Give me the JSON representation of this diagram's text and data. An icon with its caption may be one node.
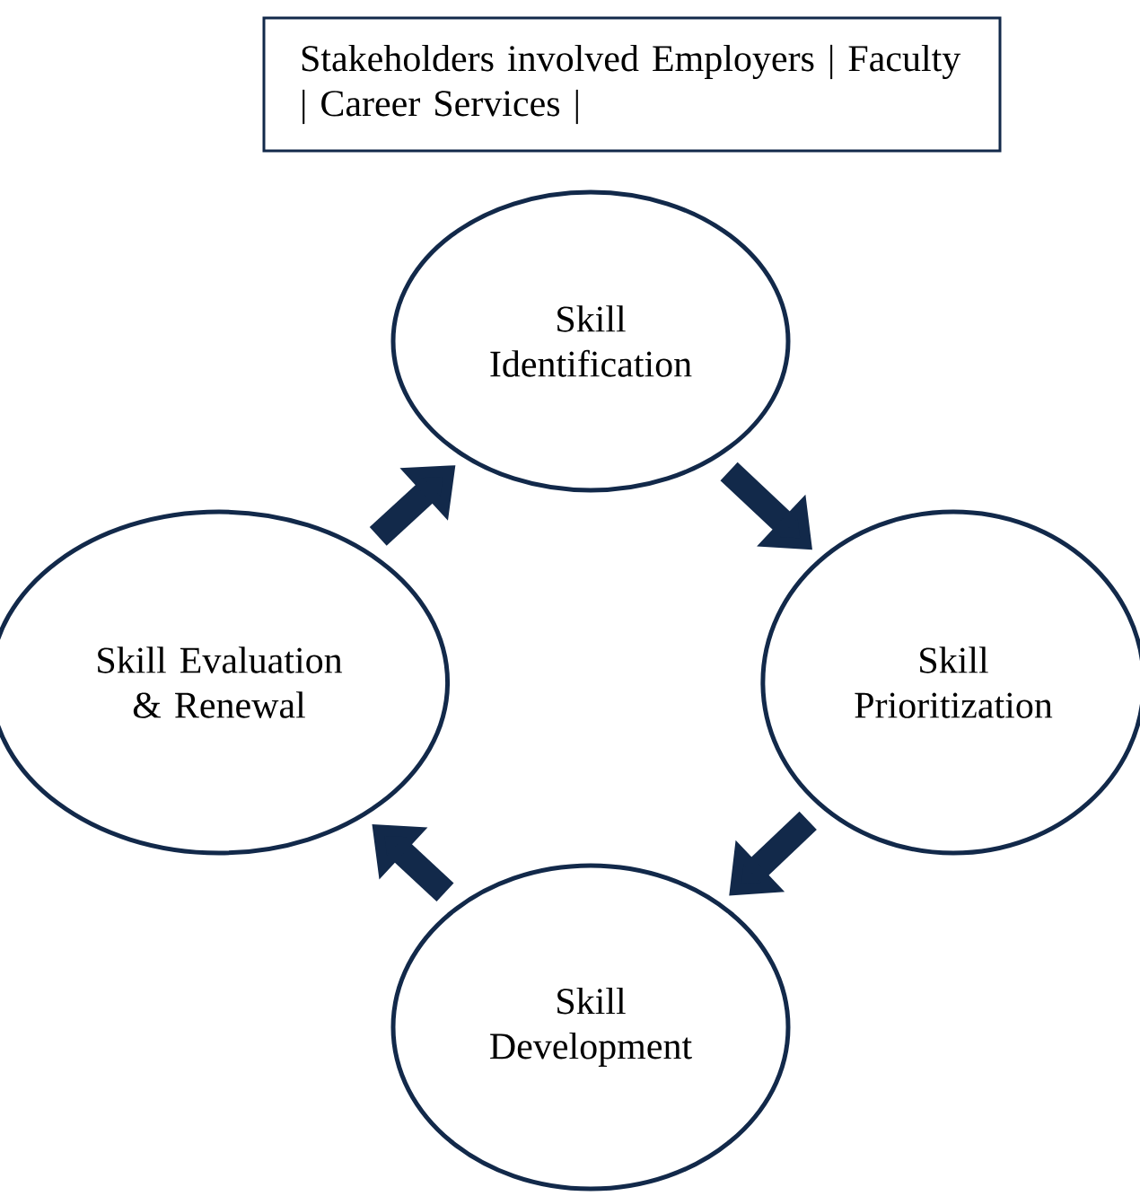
{
  "diagram": {
    "nodes": [
      {
        "text": [
          "Stakeholders involved Employers | Faculty | Career Services |"
        ]
      },
      {
        "text": [
          "Skill Identification"
        ]
      },
      {
        "text": [
          "Skill Prioritization"
        ]
      },
      {
        "text": [
          "Skill Development"
        ]
      },
      {
        "text": [
          "Skill Evaluation & Renewal"
        ]
      }
    ],
    "edges": [
      {
        "from": 1,
        "to": 2,
        "arrow": "to"
      },
      {
        "from": 2,
        "to": 3,
        "arrow": "to"
      },
      {
        "from": 3,
        "to": 4,
        "arrow": "to"
      },
      {
        "from": 4,
        "to": 1,
        "arrow": "to"
      }
    ]
  }
}
